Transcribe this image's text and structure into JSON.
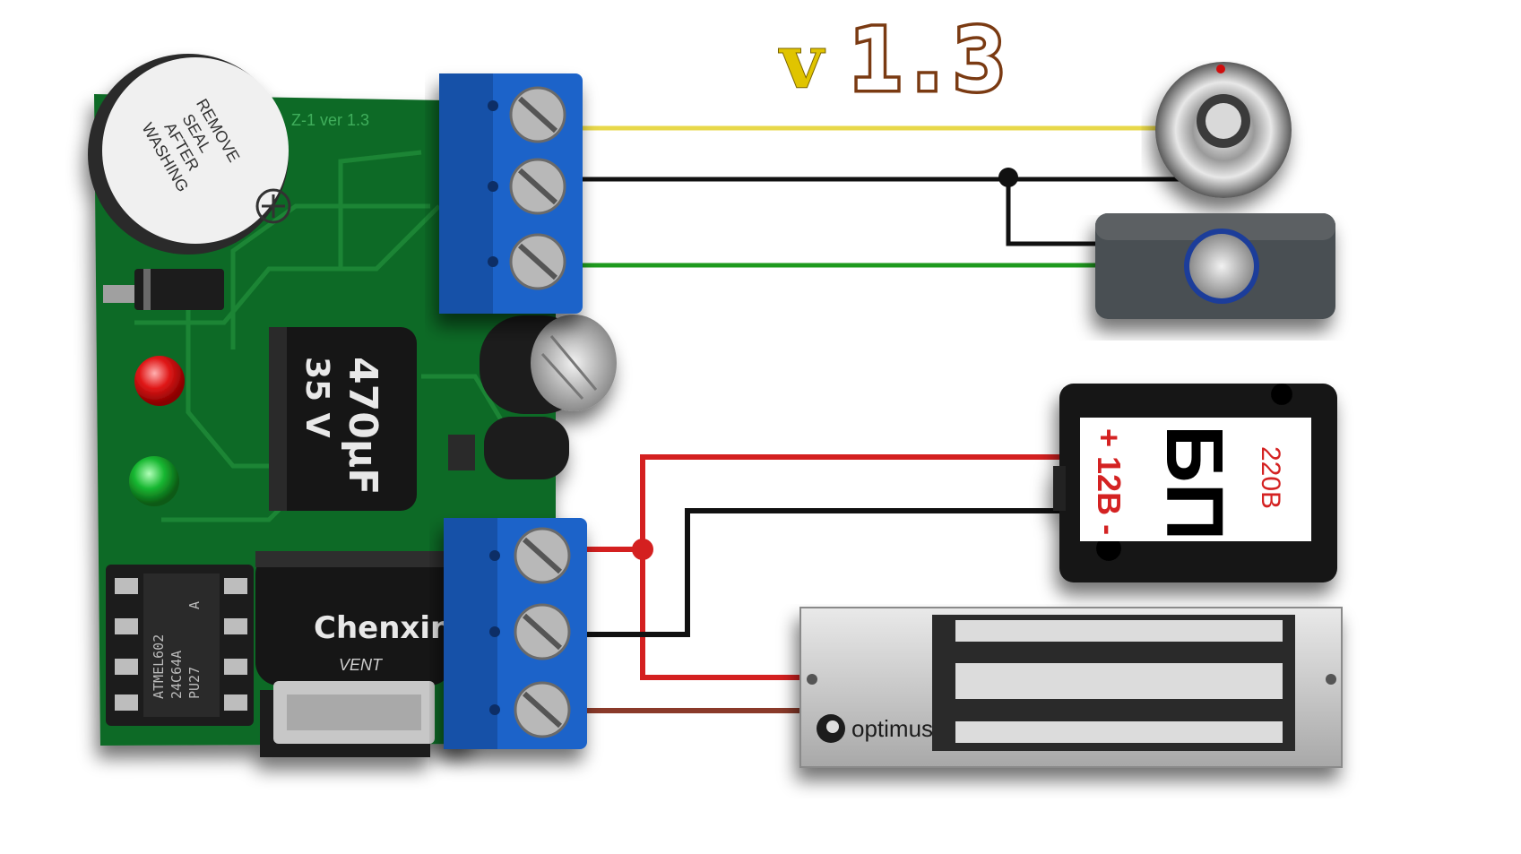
{
  "version": {
    "prefix": "v",
    "number": "1.3"
  },
  "board": {
    "label": "Z-1 ver 1.3",
    "buzzer_label": [
      "REMOVE",
      "SEAL",
      "AFTER",
      "WASHING"
    ],
    "big_capacitor": {
      "value": "470μF",
      "voltage": "35 V",
      "brand": "Chenxing",
      "series": "VENT"
    },
    "chip": {
      "line1": "ATMEL602",
      "line2": "24C64A",
      "line3": "PU27",
      "line4": "A"
    }
  },
  "power_supply": {
    "voltage_label": "+ 12В -",
    "title": "БП",
    "input_label": "220В"
  },
  "lock": {
    "brand": "optimus"
  },
  "wires": {
    "colors": {
      "yellow": "#e8d84a",
      "black": "#111111",
      "green": "#1e9a1e",
      "red": "#d42020",
      "brown": "#8a3a2a"
    }
  },
  "colors": {
    "pcb": "#0f6b25",
    "terminal": "#1d63c9",
    "version_v": "#e0c400",
    "version_num": "#7a3a12"
  }
}
